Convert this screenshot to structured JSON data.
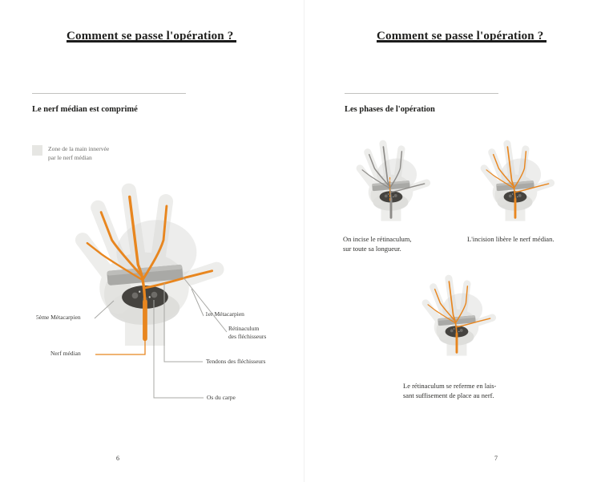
{
  "colors": {
    "accent_orange": "#e8861f",
    "ink": "#1d1d1b",
    "muted_gray": "#6b6b68",
    "band_gray": "#a9a9a6",
    "bone_dark": "#45433f"
  },
  "left_page": {
    "title": "Comment se passe l'opération ?",
    "section_heading": "Le nerf médian est comprimé",
    "legend_line1": "Zone de la main innervée",
    "legend_line2": "par le nerf médian",
    "labels": {
      "metacarpal5": "5ème Métacarpien",
      "metacarpal1": "1er Métacarpien",
      "retinaculum_line1": "Rétinaculum",
      "retinaculum_line2": "des fléchisseurs",
      "median_nerve": "Nerf médian",
      "tendons": "Tendons des fléchisseurs",
      "carpal_bones": "Os du carpe"
    },
    "page_number": "6"
  },
  "right_page": {
    "title": "Comment se passe l'opération ?",
    "section_heading": "Les phases de l'opération",
    "steps": [
      {
        "caption_line1": "On incise le rétinaculum,",
        "caption_line2": "sur toute sa longueur."
      },
      {
        "caption_line1": "L'incision libère le nerf médian.",
        "caption_line2": ""
      },
      {
        "caption_line1": "Le rétinaculum se referme en lais-",
        "caption_line2": "sant suffisement de place au nerf."
      }
    ],
    "page_number": "7"
  }
}
